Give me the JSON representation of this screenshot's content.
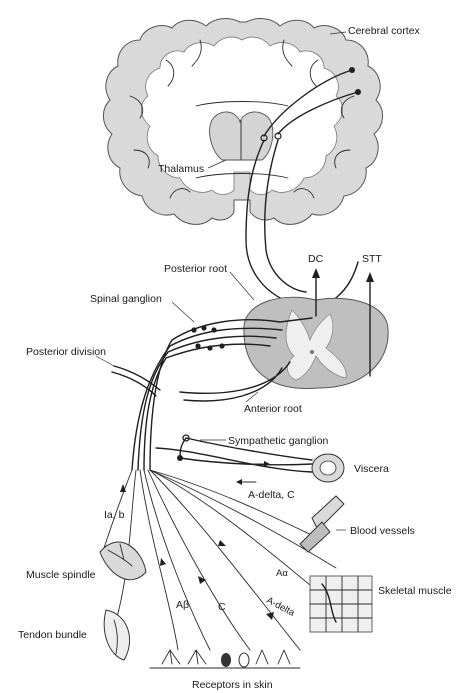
{
  "labels": {
    "cerebral_cortex": "Cerebral cortex",
    "thalamus": "Thalamus",
    "posterior_root": "Posterior root",
    "dc": "DC",
    "stt": "STT",
    "spinal_ganglion": "Spinal ganglion",
    "posterior_division": "Posterior division",
    "anterior_root": "Anterior root",
    "sympathetic_ganglion": "Sympathetic ganglion",
    "viscera": "Viscera",
    "a_delta_c": "A-delta, C",
    "ia_b": "Ia, b",
    "blood_vessels": "Blood vessels",
    "muscle_spindle": "Muscle spindle",
    "a_alpha": "Aα",
    "skeletal_muscle": "Skeletal muscle",
    "a_delta": "A-delta",
    "a_beta": "Aβ",
    "c": "C",
    "tendon_bundle": "Tendon bundle",
    "receptors_in_skin": "Receptors in skin"
  },
  "colors": {
    "cortex_fill": "#d9d9d9",
    "white_matter": "#ffffff",
    "gray_matter": "#bdbdbd",
    "ink": "#1f1f1f"
  }
}
